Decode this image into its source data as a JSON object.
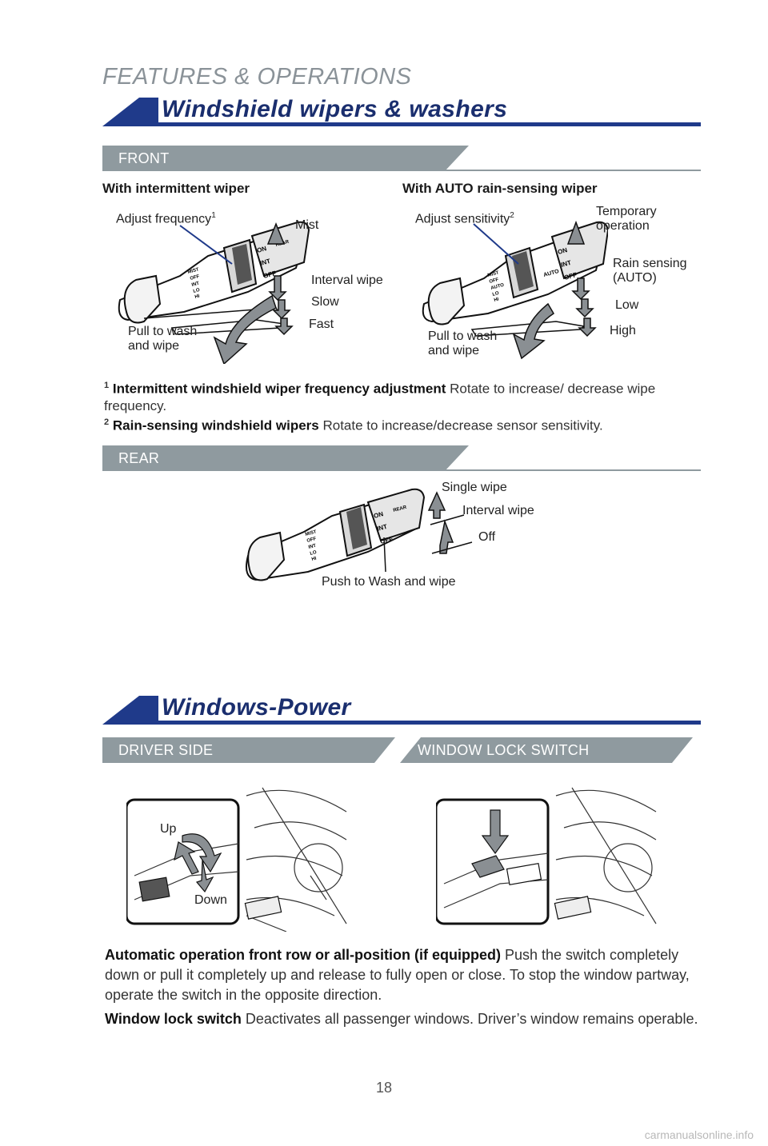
{
  "header": {
    "section": "FEATURES & OPERATIONS"
  },
  "wipers": {
    "title": "Windshield wipers & washers",
    "front": {
      "label": "FRONT",
      "left": {
        "heading": "With intermittent wiper",
        "adjust": "Adjust frequency",
        "adjust_sup": "1",
        "mist": "Mist",
        "interval": "Interval wipe",
        "slow": "Slow",
        "fast": "Fast",
        "pull1": "Pull to wash",
        "pull2": "and wipe"
      },
      "right": {
        "heading": "With AUTO rain-sensing wiper",
        "adjust": "Adjust sensitivity",
        "adjust_sup": "2",
        "temp1": "Temporary",
        "temp2": "operation",
        "rain1": "Rain sensing",
        "rain2": "(AUTO)",
        "low": "Low",
        "high": "High",
        "pull1": "Pull to wash",
        "pull2": "and wipe"
      },
      "stalk_labels": {
        "mist": "MIST",
        "off": "OFF",
        "int": "INT",
        "auto": "AUTO",
        "lo": "LO",
        "hi": "HI",
        "on": "ON",
        "rear": "REAR"
      },
      "notes": [
        {
          "sup": "1",
          "bold": "Intermittent windshield wiper frequency adjustment",
          "text": " Rotate to increase/ decrease wipe frequency."
        },
        {
          "sup": "2",
          "bold": "Rain-sensing windshield wipers",
          "text": " Rotate to increase/decrease sensor sensitivity."
        }
      ]
    },
    "rear": {
      "label": "REAR",
      "single": "Single wipe",
      "interval": "Interval wipe",
      "off": "Off",
      "push": "Push to Wash and wipe"
    }
  },
  "windows": {
    "title": "Windows-Power",
    "driver_label": "DRIVER SIDE",
    "lock_label": "WINDOW LOCK SWITCH",
    "up": "Up",
    "down": "Down",
    "para1_bold": "Automatic operation front row or all-position (if equipped)",
    "para1_text": " Push the switch completely down or pull it completely up and release to fully open or close. To stop the window partway, operate the switch in the opposite direction.",
    "para2_bold": "Window lock switch",
    "para2_text": " Deactivates all passenger windows. Driver’s window remains operable."
  },
  "footer": {
    "page": "18",
    "watermark": "carmanualsonline.info"
  },
  "colors": {
    "navy": "#1f3a8a",
    "gray_band": "#8f9a9f",
    "arrow_gray": "#8a8f93"
  }
}
